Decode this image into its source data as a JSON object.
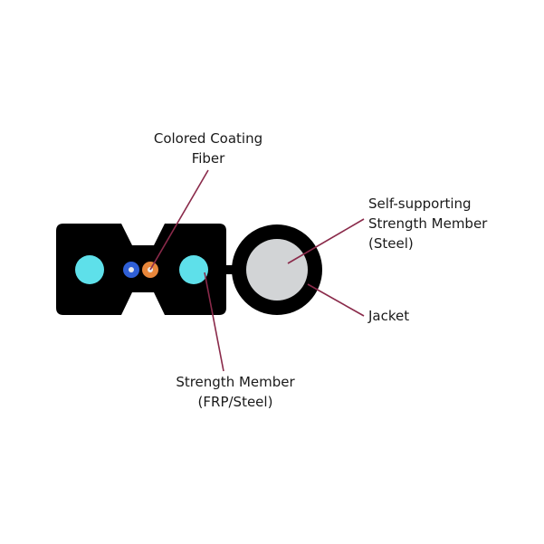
{
  "labels": {
    "fiber": {
      "line1": "Colored Coating",
      "line2": "Fiber"
    },
    "self_supporting": {
      "line1": "Self-supporting",
      "line2": "Strength Member",
      "line3": "(Steel)"
    },
    "jacket": {
      "line1": "Jacket"
    },
    "strength_member": {
      "line1": "Strength Member",
      "line2": "(FRP/Steel)"
    }
  },
  "colors": {
    "jacket": "#000000",
    "strength_member": "#5ee0ea",
    "fiber_blue": "#2f5fd6",
    "fiber_orange": "#e8863a",
    "steel_core": "#d2d4d6",
    "leader": "#8a2a4a"
  }
}
